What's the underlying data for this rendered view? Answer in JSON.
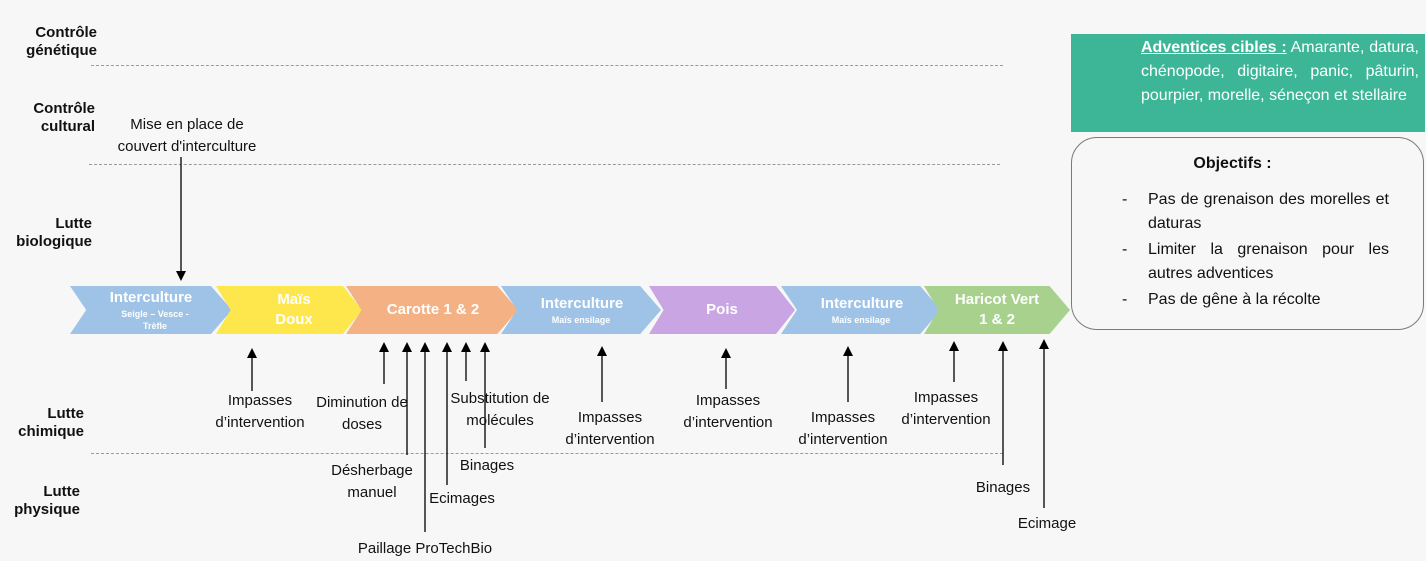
{
  "categories": {
    "genetique": "Contrôle génétique",
    "cultural": "Contrôle cultural",
    "biologique": "Lutte biologique",
    "chimique": "Lutte chimique",
    "physique": "Lutte physique"
  },
  "stages": [
    {
      "title": "Interculture",
      "sub": "Seigle – Vesce - Trèfle",
      "color": "#9ec3e6"
    },
    {
      "title": "Maïs Doux",
      "sub": "",
      "color": "#fde74c"
    },
    {
      "title": "Carotte 1 & 2",
      "sub": "",
      "color": "#f4b183"
    },
    {
      "title": "Interculture",
      "sub": "Maïs ensilage",
      "color": "#9ec3e6"
    },
    {
      "title": "Pois",
      "sub": "",
      "color": "#c9a5e4"
    },
    {
      "title": "Interculture",
      "sub": "Maïs ensilage",
      "color": "#9ec3e6"
    },
    {
      "title": "Haricot Vert 1 & 2",
      "sub": "",
      "color": "#a9d18e"
    }
  ],
  "annotations": {
    "couvert": "Mise en place de couvert d'interculture",
    "impasses": "Impasses d’intervention",
    "diminution": "Diminution de doses",
    "desherbage": "Désherbage manuel",
    "substitution": "Substitution de molécules",
    "binages": "Binages",
    "ecimages": "Ecimages",
    "paillage": "Paillage ProTechBio",
    "ecimage": "Ecimage"
  },
  "targets": {
    "heading": "Adventices cibles :",
    "list": "Amarante, datura, chénopode, digitaire, panic, pâturin, pourpier, morelle, séneçon et stellaire"
  },
  "objectives": {
    "title": "Objectifs :",
    "items": [
      "Pas de grenaison des morelles et daturas",
      "Limiter la grenaison pour les autres adventices",
      "Pas de gêne à la récolte"
    ]
  }
}
